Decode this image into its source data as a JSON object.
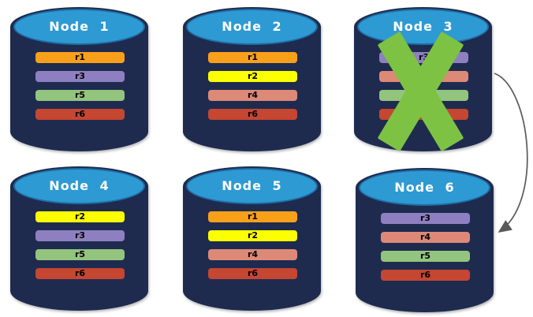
{
  "colors": {
    "background": "#ffffff",
    "cylinder_body": "#1E2B4F",
    "cylinder_top": "#2E9AD4",
    "cylinder_top_border": "#1E6EA4",
    "title_text": "#ffffff",
    "bar_text": "#000000",
    "failure_x": "#7DC242",
    "arrow": "#595959"
  },
  "replica_colors": {
    "r1": "#F9A01B",
    "r2": "#FBFF00",
    "r3": "#8E80C0",
    "r4": "#DD8977",
    "r5": "#93C47D",
    "r6": "#C54631"
  },
  "nodes": [
    {
      "title": "Node 1",
      "failed": false,
      "replicas": [
        {
          "label": "r1",
          "color": "#F9A01B"
        },
        {
          "label": "r3",
          "color": "#8E80C0"
        },
        {
          "label": "r5",
          "color": "#93C47D"
        },
        {
          "label": "r6",
          "color": "#C54631"
        }
      ]
    },
    {
      "title": "Node 2",
      "failed": false,
      "replicas": [
        {
          "label": "r1",
          "color": "#F9A01B"
        },
        {
          "label": "r2",
          "color": "#FBFF00"
        },
        {
          "label": "r4",
          "color": "#DD8977"
        },
        {
          "label": "r6",
          "color": "#C54631"
        }
      ]
    },
    {
      "title": "Node 3",
      "failed": true,
      "replicas": [
        {
          "label": "r3",
          "color": "#8E80C0"
        },
        {
          "label": "",
          "color": "#DD8977"
        },
        {
          "label": "",
          "color": "#93C47D"
        },
        {
          "label": "",
          "color": "#C54631"
        }
      ]
    },
    {
      "title": "Node 4",
      "failed": false,
      "replicas": [
        {
          "label": "r2",
          "color": "#FBFF00"
        },
        {
          "label": "r3",
          "color": "#8E80C0"
        },
        {
          "label": "r5",
          "color": "#93C47D"
        },
        {
          "label": "r6",
          "color": "#C54631"
        }
      ]
    },
    {
      "title": "Node 5",
      "failed": false,
      "replicas": [
        {
          "label": "r1",
          "color": "#F9A01B"
        },
        {
          "label": "r2",
          "color": "#FBFF00"
        },
        {
          "label": "r4",
          "color": "#DD8977"
        },
        {
          "label": "r6",
          "color": "#C54631"
        }
      ]
    },
    {
      "title": "Node 6",
      "failed": false,
      "replicas": [
        {
          "label": "r3",
          "color": "#8E80C0"
        },
        {
          "label": "r4",
          "color": "#DD8977"
        },
        {
          "label": "r5",
          "color": "#93C47D"
        },
        {
          "label": "r6",
          "color": "#C54631"
        }
      ]
    }
  ],
  "arrow": {
    "from": "node-3",
    "to": "node-6"
  }
}
